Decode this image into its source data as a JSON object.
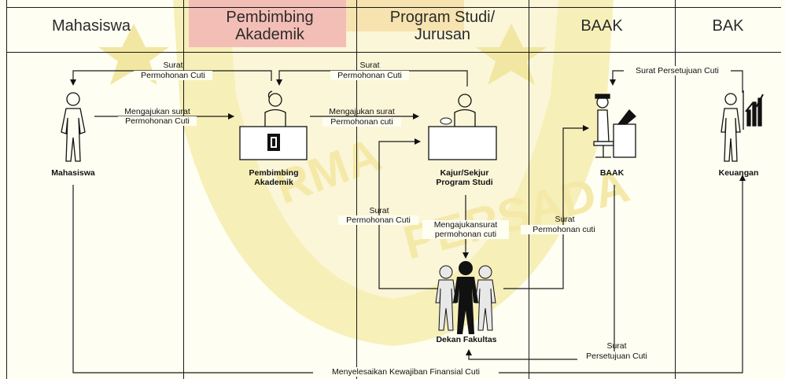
{
  "lanes": {
    "mahasiswa": "Mahasiswa",
    "pa_line1": "Pembimbing",
    "pa_line2": "Akademik",
    "prodi_line1": "Program Studi/",
    "prodi_line2": "Jurusan",
    "baak": "BAAK",
    "bak": "BAK"
  },
  "actors": {
    "mahasiswa": "Mahasiswa",
    "pa_line1": "Pembimbing",
    "pa_line2": "Akademik",
    "kajur_line1": "Kajur/Sekjur",
    "kajur_line2": "Program Studi",
    "baak": "BAAK",
    "keuangan": "Keuangan",
    "dekan": "Dekan Fakultas"
  },
  "flows": {
    "f1_line1": "Surat",
    "f1_line2": "Permohonan Cuti",
    "f2_line1": "Mengajukan surat",
    "f2_line2": "Permohonan Cuti",
    "f3_line1": "Surat",
    "f3_line2": "Permohonan Cuti",
    "f4_line1": "Mengajukan surat",
    "f4_line2": "Permohonan cuti",
    "f5": "Surat Persetujuan Cuti",
    "f6_line1": "Surat",
    "f6_line2": "Permohonan Cuti",
    "f7_line1": "Mengajukansurat",
    "f7_line2": "permohonan cuti",
    "f8_line1": "Surat",
    "f8_line2": "Permohonan cuti",
    "f9_line1": "Surat",
    "f9_line2": "Persetujuan Cuti",
    "f10": "Menyelesaikan Kewajiban Finansial Cuti"
  },
  "colors": {
    "background": "#fffef2",
    "watermark_yellow": "#f3e9a0",
    "watermark_red": "#f2b8b0",
    "line": "#1a1a1a"
  },
  "icons": [
    "person-icon",
    "receptionist-icon",
    "desk-icon",
    "group-icon",
    "worker-icon",
    "chart-icon"
  ]
}
